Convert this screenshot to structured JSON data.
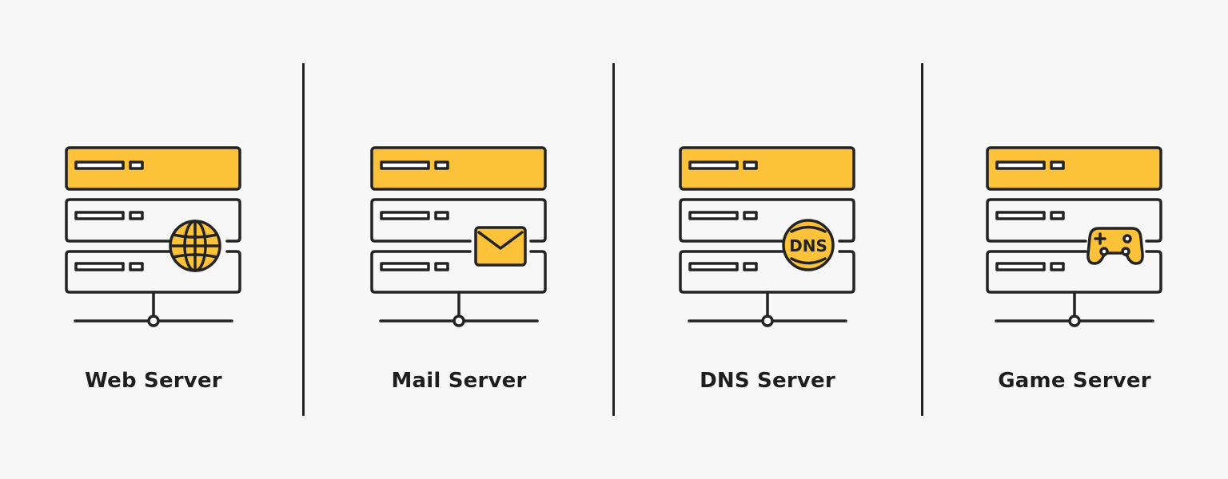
{
  "colors": {
    "background": "#f7f7f7",
    "accent": "#fcc33a",
    "stroke": "#232323"
  },
  "servers": [
    {
      "label": "Web Server",
      "icon": "globe-icon"
    },
    {
      "label": "Mail Server",
      "icon": "envelope-icon"
    },
    {
      "label": "DNS Server",
      "icon": "dns-globe-icon",
      "icon_text": "DNS"
    },
    {
      "label": "Game Server",
      "icon": "gamepad-icon"
    }
  ]
}
